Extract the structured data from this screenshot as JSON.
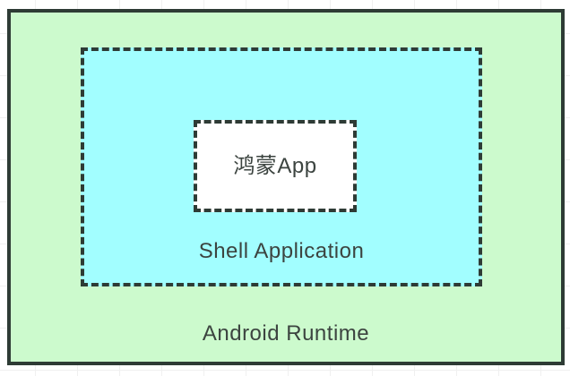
{
  "colors": {
    "page_bg": "#ffffff",
    "grid_line": "#f0f0f0",
    "border": "#2e3b35",
    "text": "#3c4440",
    "outer_fill": "#ccfacd",
    "middle_fill": "#a2feff",
    "inner_fill": "#ffffff"
  },
  "diagram": {
    "outer_box": {
      "label": "Android Runtime"
    },
    "middle_box": {
      "label": "Shell Application"
    },
    "inner_box": {
      "label": "鸿蒙App"
    }
  }
}
